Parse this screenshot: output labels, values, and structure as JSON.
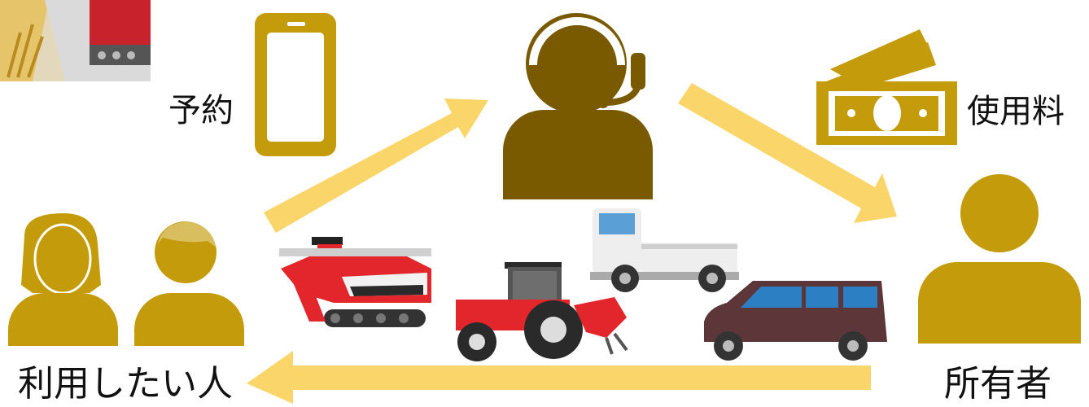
{
  "labels": {
    "reservation": "予約",
    "usage_fee": "使用料",
    "users": "利用したい人",
    "owner": "所有者"
  },
  "icons": {
    "thumbnail": "combine-harvester-photo",
    "phone": "smartphone-icon",
    "operator": "headset-operator-icon",
    "money": "money-icon",
    "users": "users-icon",
    "owner": "person-icon",
    "vehicles": [
      "combine-harvester-icon",
      "tractor-icon",
      "truck-icon",
      "minivan-icon"
    ]
  },
  "colors": {
    "icon_gold": "#C49B0A",
    "operator_brown": "#7A5A00",
    "arrow_yellow": "#FAD56A",
    "text": "#111111"
  }
}
